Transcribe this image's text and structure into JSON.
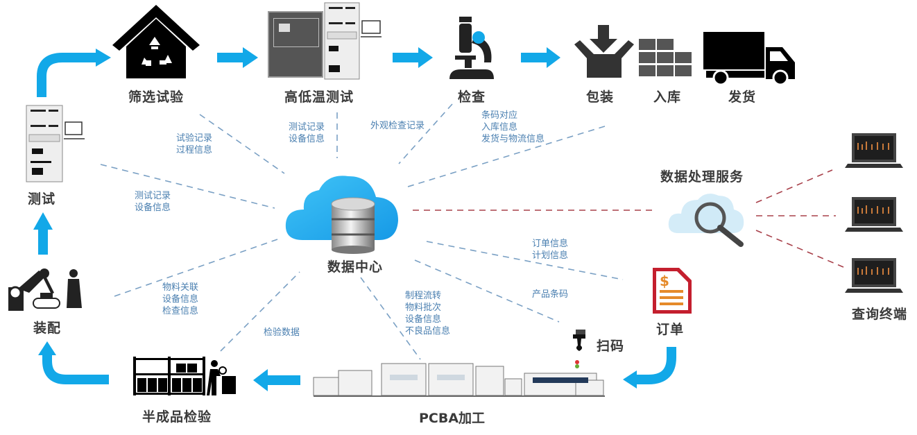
{
  "colors": {
    "arrow": "#12a8e8",
    "dash_blue": "#7aa0c4",
    "dash_red": "#a8404a",
    "label_dark": "#3a3a3a",
    "label_blue": "#4a7fb0",
    "cloud": "#2bb7f2",
    "order_red": "#c41f2e",
    "order_orange": "#e58a2a"
  },
  "nodes": {
    "screening": "筛选试验",
    "temp_test": "高低温测试",
    "inspection": "检查",
    "packing": "包装",
    "warehousing": "入库",
    "shipping": "发货",
    "test": "测试",
    "assembly": "装配",
    "semi_inspection": "半成品检验",
    "pcba": "PCBA加工",
    "scan": "扫码",
    "order": "订单",
    "data_center": "数据中心",
    "data_service": "数据处理服务",
    "query_terminal": "查询终端"
  },
  "flows": {
    "screening": [
      "试验记录",
      "过程信息"
    ],
    "temp_test": [
      "测试记录",
      "设备信息"
    ],
    "inspection": [
      "外观检查记录"
    ],
    "shipping": [
      "条码对应",
      "入库信息",
      "发货与物流信息"
    ],
    "test": [
      "测试记录",
      "设备信息"
    ],
    "assembly": [
      "物料关联",
      "设备信息",
      "检查信息"
    ],
    "semi_inspection": [
      "检验数据"
    ],
    "pcba": [
      "制程流转",
      "物料批次",
      "设备信息",
      "不良品信息"
    ],
    "order": [
      "订单信息",
      "计划信息"
    ],
    "scan": [
      "产品条码"
    ]
  }
}
